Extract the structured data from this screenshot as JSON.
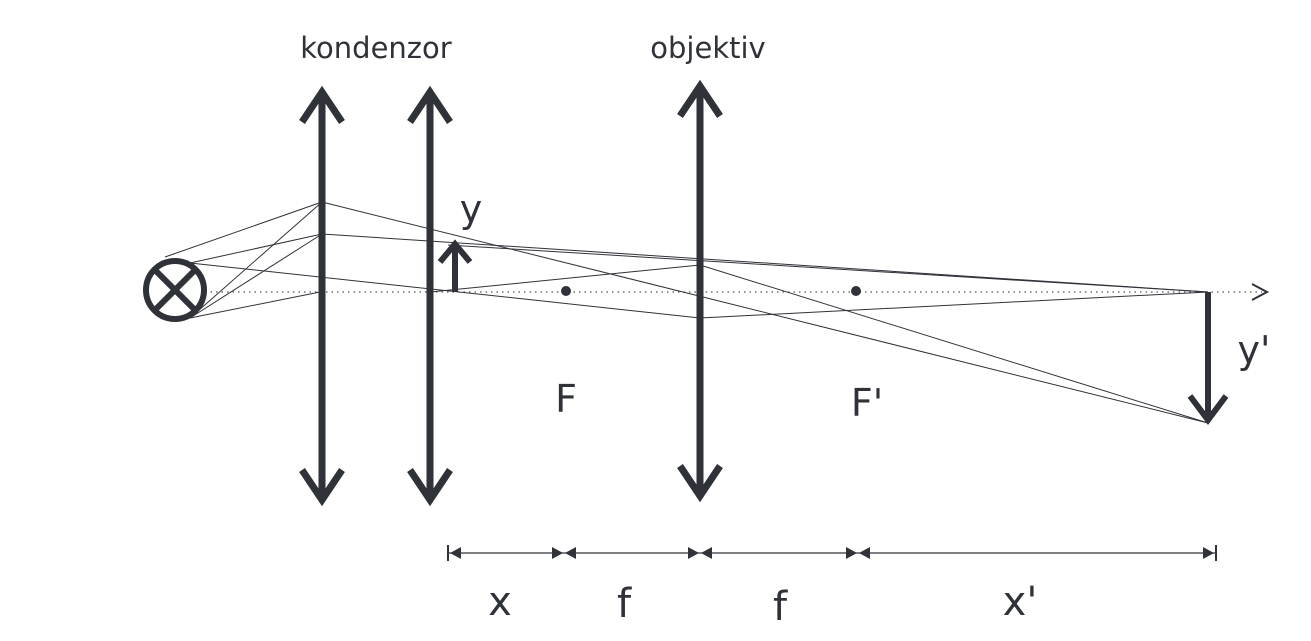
{
  "labels": {
    "condenser": "kondenzor",
    "objective": "objektiv",
    "object": "y",
    "image": "y'",
    "focus_front": "F",
    "focus_back": "F'"
  },
  "dimensions": {
    "x": "x",
    "f1": "f",
    "f2": "f",
    "x_prime": "x'"
  },
  "icons": {
    "light_source": "lamp-cross-icon"
  },
  "colors": {
    "ink": "#2f3238",
    "background": "#ffffff"
  }
}
